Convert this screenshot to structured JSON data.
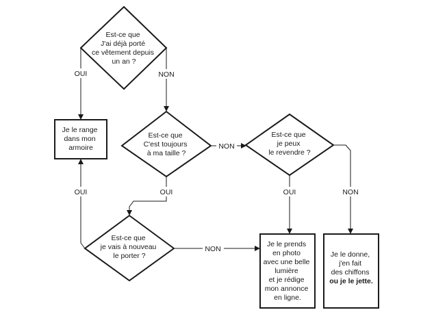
{
  "colors": {
    "stroke": "#1a1a1a",
    "background": "#ffffff"
  },
  "nodes": {
    "q_worn_year": {
      "lines": [
        "Est-ce que",
        "J'ai déjà porté",
        "ce vêtement depuis",
        "un an ?"
      ]
    },
    "store_wardrobe": {
      "lines": [
        "Je le range",
        "dans mon",
        "armoire"
      ]
    },
    "q_still_fits": {
      "lines": [
        "Est-ce que",
        "C'est toujours",
        "à ma taille ?"
      ]
    },
    "q_can_resell": {
      "lines": [
        "Est-ce que",
        "je peux",
        "le revendre ?"
      ]
    },
    "q_wear_again": {
      "lines": [
        "Est-ce que",
        "je vais à nouveau",
        "le porter ?"
      ]
    },
    "sell_online": {
      "lines": [
        "Je le prends",
        "en photo",
        "avec une belle",
        "lumière",
        "et je rédige",
        "mon annonce",
        "en ligne."
      ]
    },
    "donate": {
      "lines": [
        "Je le donne,",
        "j'en fait",
        "des chiffons"
      ],
      "bold_line": "ou je le jette."
    }
  },
  "edges": {
    "worn_oui": "OUI",
    "worn_non": "NON",
    "fits_non": "NON",
    "fits_oui": "OUI",
    "resell_oui": "OUI",
    "resell_non": "NON",
    "wear_oui": "OUI",
    "wear_non": "NON"
  }
}
